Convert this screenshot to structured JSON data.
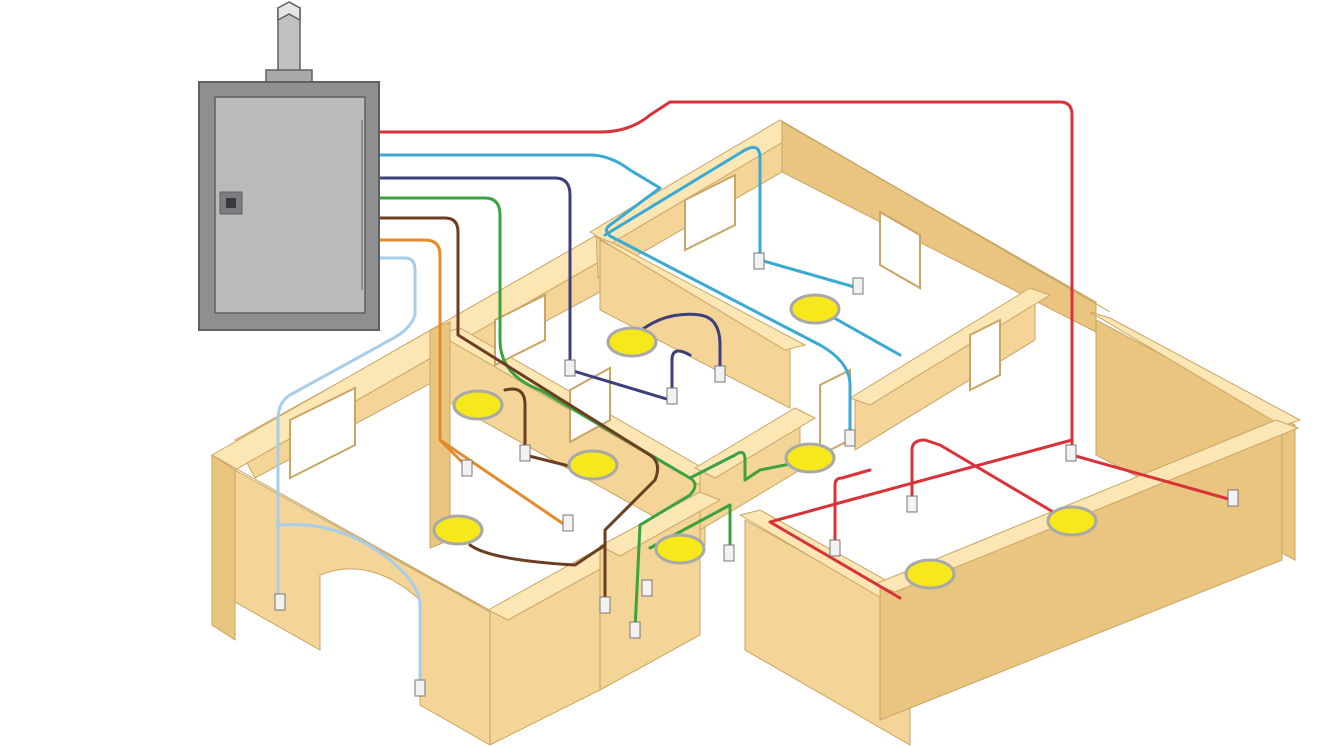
{
  "diagram": {
    "subject": "house-wiring-circuits",
    "colors": {
      "wall_top": "#fbe6b4",
      "wall_side": "#f4d497",
      "wall_dark": "#e9c57f",
      "wall_outline": "#c9a566",
      "floor": "#ffffff",
      "panel_face": "#b9babc",
      "panel_frame": "#8e8f91",
      "panel_outline": "#5f6062",
      "light_fill": "#f6e81a",
      "light_ring": "#a9a9a9",
      "outlet_fill": "#f2f2f2"
    },
    "circuits": [
      {
        "name": "red-circuit",
        "color": "#d9333a"
      },
      {
        "name": "cyan-circuit",
        "color": "#3aa9d4"
      },
      {
        "name": "navy-circuit",
        "color": "#3d3f7c"
      },
      {
        "name": "green-circuit",
        "color": "#3aa33f"
      },
      {
        "name": "brown-circuit",
        "color": "#6b3d22"
      },
      {
        "name": "orange-circuit",
        "color": "#e48b2c"
      },
      {
        "name": "lightblue-circuit",
        "color": "#a7cde8"
      }
    ],
    "light_fixture_count": 10,
    "outlet_count": 18
  }
}
